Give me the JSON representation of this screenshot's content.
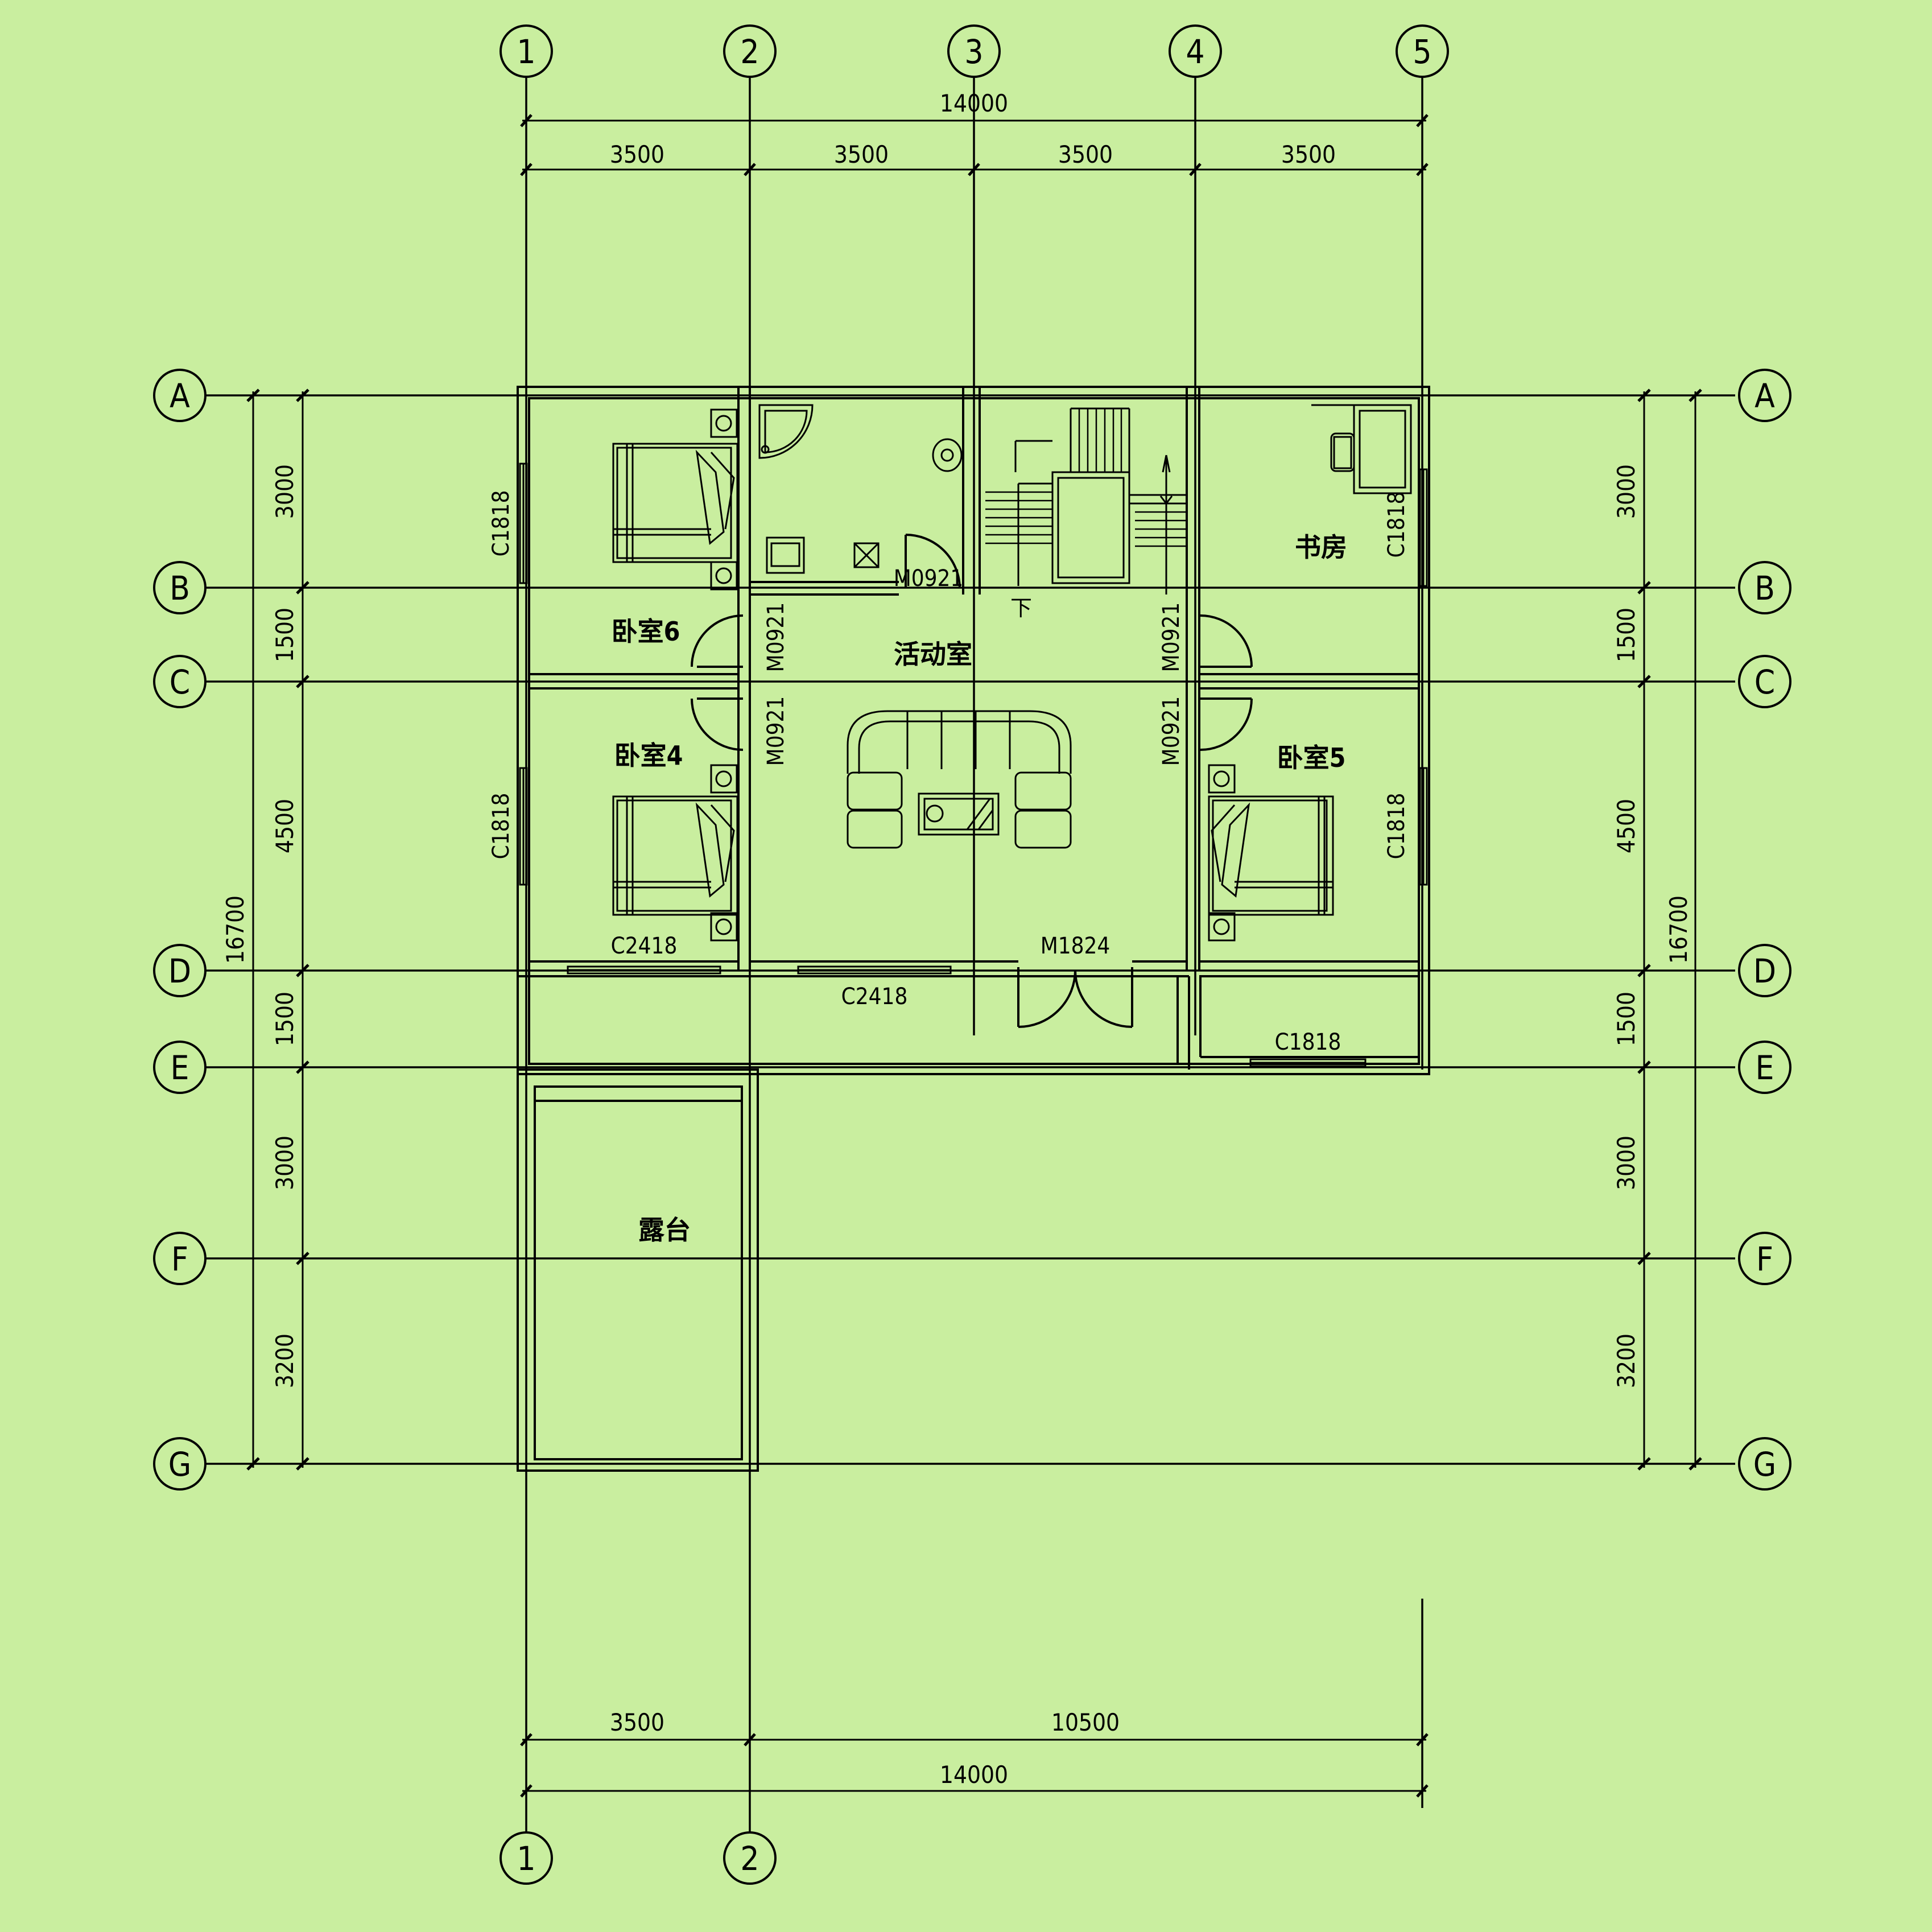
{
  "axes": {
    "columns": [
      "1",
      "2",
      "3",
      "4",
      "5"
    ],
    "rows": [
      "A",
      "B",
      "C",
      "D",
      "E",
      "F",
      "G"
    ]
  },
  "dimensions": {
    "top_total": "14000",
    "top_bays": [
      "3500",
      "3500",
      "3500",
      "3500"
    ],
    "bottom_bays": [
      "3500",
      "10500"
    ],
    "bottom_total": "14000",
    "left_segments": [
      "3000",
      "1500",
      "4500",
      "1500",
      "3000",
      "3200"
    ],
    "left_total": "16700",
    "right_segments": [
      "3000",
      "1500",
      "4500",
      "1500",
      "3000",
      "3200"
    ],
    "right_total": "16700"
  },
  "rooms": {
    "bedroom6": "卧室6",
    "bedroom4": "卧室4",
    "bedroom5": "卧室5",
    "activity": "活动室",
    "study": "书房",
    "terrace": "露台"
  },
  "openings": {
    "w_left_top": "C1818",
    "w_left_mid": "C1818",
    "w_right_top": "C1818",
    "w_right_mid": "C1818",
    "w_bed4": "C2418",
    "w_activity": "C2418",
    "w_bed5": "C1818",
    "d_bath": "M0921",
    "d_bed6": "M0921",
    "d_bed4": "M0921",
    "d_study": "M0921",
    "d_bed5": "M0921",
    "d_main": "M1824"
  },
  "stair": {
    "down": "下"
  }
}
